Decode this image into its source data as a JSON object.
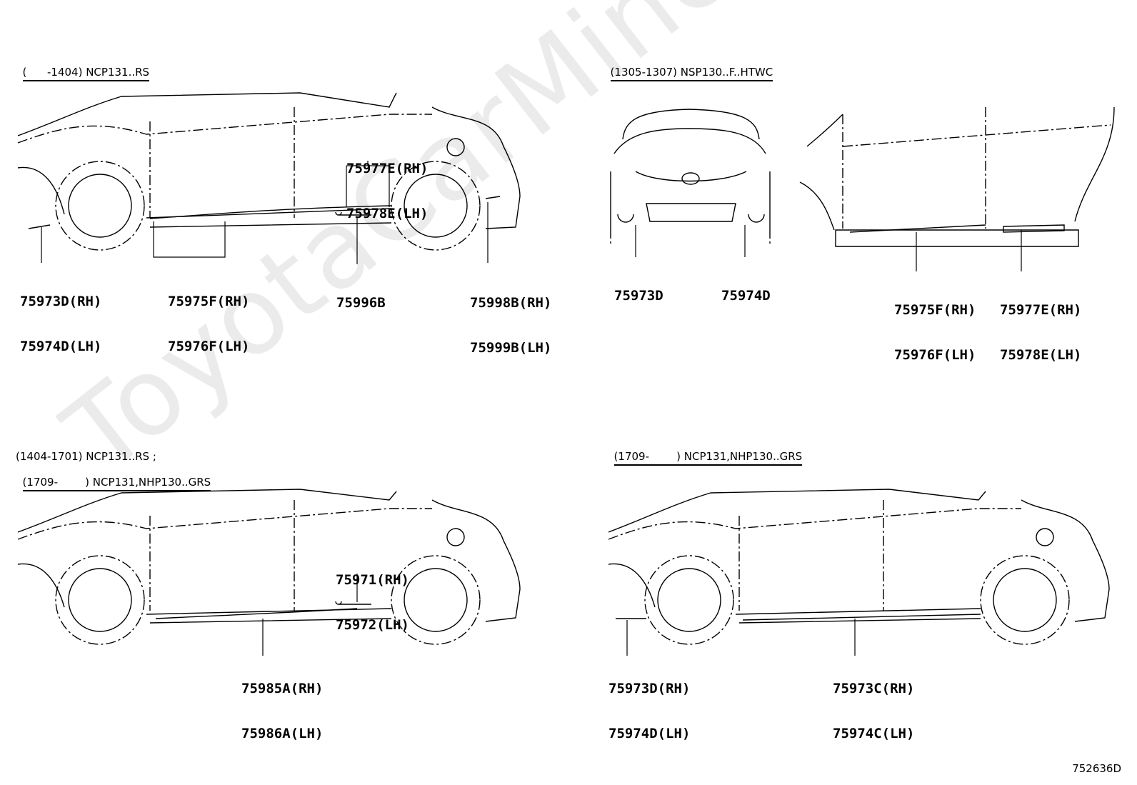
{
  "watermark": "ToyotaCarMine.ru",
  "reference": "752636D",
  "panels": {
    "top_left": {
      "header": [
        "(      -1404) NCP131..RS"
      ],
      "labels": {
        "fender": [
          "75973D(RH)",
          "75974D(LH)"
        ],
        "rocker": [
          "75975F(RH)",
          "75976F(LH)"
        ],
        "door_top": [
          "75977E(RH)",
          "75978E(LH)"
        ],
        "emblem": [
          "75996B"
        ],
        "rear": [
          "75998B(RH)",
          "75999B(LH)"
        ]
      }
    },
    "top_right": {
      "header": [
        "(1305-1307) NSP130..F..HTWC"
      ],
      "labels": {
        "front_l": [
          "75973D"
        ],
        "front_r": [
          "75974D"
        ],
        "rocker": [
          "75975F(RH)",
          "75976F(LH)"
        ],
        "checker": [
          "75977E(RH)",
          "75978E(LH)"
        ]
      }
    },
    "bottom_left": {
      "header": [
        "(1404-1701) NCP131..RS ;",
        "(1709-        ) NCP131,NHP130..GRS"
      ],
      "labels": {
        "emblem": [
          "75971(RH)",
          "75972(LH)"
        ],
        "rocker": [
          "75985A(RH)",
          "75986A(LH)"
        ]
      }
    },
    "bottom_right": {
      "header": [
        "(1709-        ) NCP131,NHP130..GRS"
      ],
      "labels": {
        "fender": [
          "75973D(RH)",
          "75974D(LH)"
        ],
        "rocker": [
          "75973C(RH)",
          "75974C(LH)"
        ]
      }
    }
  }
}
